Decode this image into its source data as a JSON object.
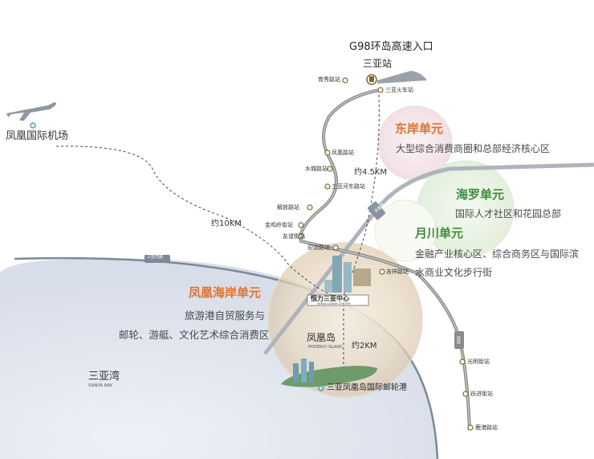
{
  "map": {
    "highway_entrance": "G98环岛高速入口",
    "sanya_station": "三亚站",
    "airport": "凤凰国际机场",
    "stations": [
      "育秀路站",
      "三亚火车站",
      "凤凰路站",
      "水城路站",
      "三亚河东路站",
      "解放路站",
      "金鸡岭街站",
      "友谊街站",
      "迎宾路站",
      "吉祥路站",
      "光明街站",
      "跃进街站",
      "鹿港路站"
    ],
    "distances": {
      "airport": "约10KM",
      "station": "约4.5KM",
      "port": "约2KM"
    },
    "districts": {
      "dongan": {
        "name": "东岸单元",
        "desc": "大型综合消费商圈和总部经济核心区"
      },
      "haiuo": {
        "name": "海罗单元",
        "desc": "国际人才社区和花园总部"
      },
      "yuechuan": {
        "name": "月川单元",
        "desc_line1": "金融产业核心区、综合商务区与国际滨",
        "desc_line2": "水商业文化步行街"
      },
      "fenghuang": {
        "name": "凤凰海岸单元",
        "desc_line1": "旅游港自贸服务与",
        "desc_line2": "邮轮、游艇、文化艺术综合消费区"
      }
    },
    "center": {
      "name": "恒力三亚中心",
      "en": "HENGLI SANYA CENTER"
    },
    "island": {
      "name": "凤凰岛",
      "en": "PHOENIX ISLAND"
    },
    "bay": {
      "name": "三亚湾",
      "en": "SANYA BAY"
    },
    "port": "三亚凤凰岛国际邮轮港",
    "road_names": {
      "left": "三亚湾路",
      "right": "凤凰路",
      "rail": "轻轨"
    },
    "colors": {
      "orange": "#e0722f",
      "green": "#3c8f3c",
      "rail": "#8a8a8a"
    }
  }
}
